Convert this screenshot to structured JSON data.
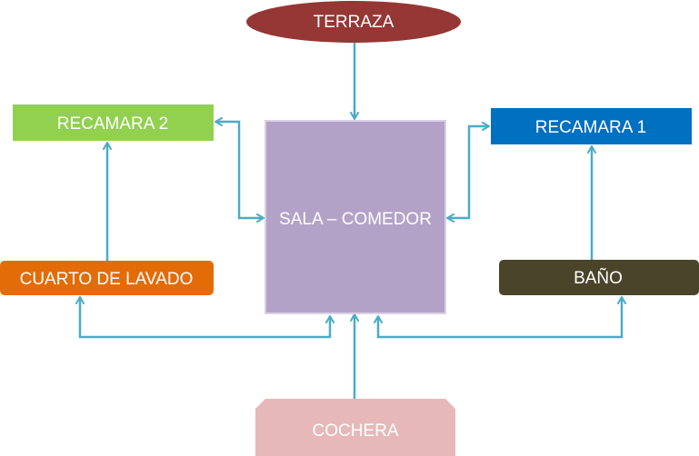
{
  "diagram": {
    "connector_color": "#4bacc6",
    "nodes": {
      "terraza": {
        "label": "TERRAZA",
        "fill": "#953735",
        "shape": "ellipse"
      },
      "recamara2": {
        "label": "RECAMARA 2",
        "fill": "#92d050",
        "shape": "rectangle"
      },
      "recamara1": {
        "label": "RECAMARA 1",
        "fill": "#0070c0",
        "shape": "rectangle"
      },
      "sala_comedor": {
        "label": "SALA – COMEDOR",
        "fill": "#b3a2c7",
        "border": "#d9cfe6",
        "shape": "square"
      },
      "cuarto_lavado": {
        "label": "CUARTO DE LAVADO",
        "fill": "#e36c09",
        "shape": "rounded-rectangle"
      },
      "bano": {
        "label": "BAÑO",
        "fill": "#4a452a",
        "shape": "rounded-rectangle"
      },
      "cochera": {
        "label": "COCHERA",
        "fill": "#e6b9b8",
        "shape": "snipped-rectangle"
      }
    },
    "connections": [
      {
        "from": "terraza",
        "to": "sala_comedor",
        "style": "single-arrow"
      },
      {
        "from": "recamara2",
        "to": "sala_comedor",
        "style": "double-arrow"
      },
      {
        "from": "recamara1",
        "to": "sala_comedor",
        "style": "double-arrow"
      },
      {
        "from": "cuarto_lavado",
        "to": "recamara2",
        "style": "single-arrow"
      },
      {
        "from": "bano",
        "to": "recamara1",
        "style": "single-arrow"
      },
      {
        "from": "cochera",
        "to": "sala_comedor",
        "style": "single-arrow"
      },
      {
        "from": "cuarto_lavado",
        "to": "sala_comedor",
        "style": "double-arrow"
      },
      {
        "from": "bano",
        "to": "sala_comedor",
        "style": "double-arrow"
      }
    ]
  }
}
